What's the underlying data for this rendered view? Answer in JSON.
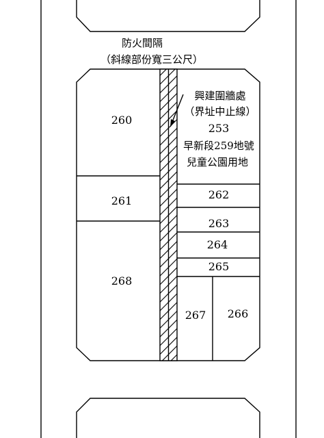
{
  "firebreak": {
    "title": "防火間隔",
    "note": "（斜線部份寬三公尺）"
  },
  "boundary_note": {
    "line1": "興建圍牆處",
    "line2": "（界址中止線）"
  },
  "park_parcel": {
    "number": "253",
    "line1": "早新段259地號",
    "line2": "兒童公園用地"
  },
  "parcels": {
    "p260": "260",
    "p261": "261",
    "p262": "262",
    "p263": "263",
    "p264": "264",
    "p265": "265",
    "p266": "266",
    "p267": "267",
    "p268": "268"
  }
}
